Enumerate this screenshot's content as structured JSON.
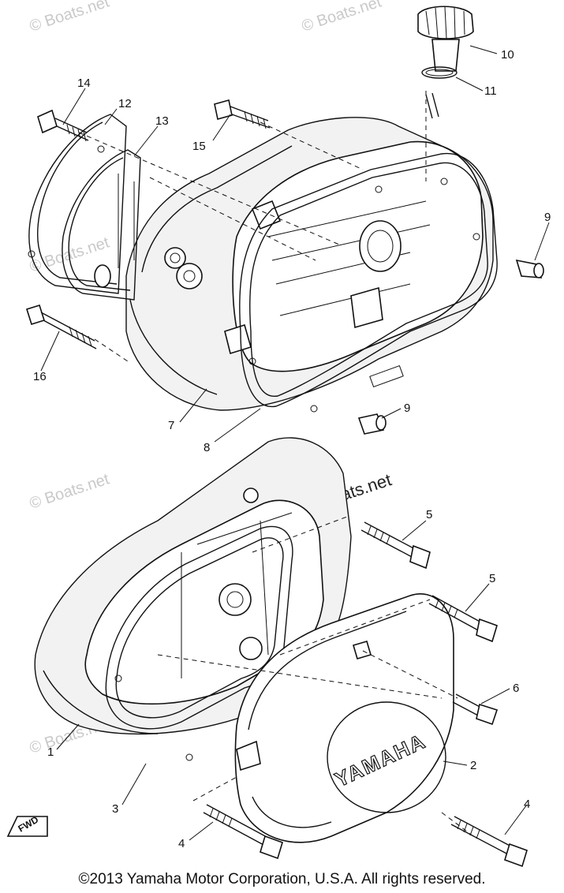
{
  "watermark": "© Boats.net",
  "watermark_main": "© Boats.net",
  "brand_text": "YAMAHA",
  "fwd_text": "FWD",
  "copyright": "©2013 Yamaha Motor Corporation, U.S.A. All rights reserved.",
  "callouts": {
    "c1": "1",
    "c2": "2",
    "c3": "3",
    "c4a": "4",
    "c4b": "4",
    "c5a": "5",
    "c5b": "5",
    "c6": "6",
    "c7": "7",
    "c8": "8",
    "c9a": "9",
    "c9b": "9",
    "c10": "10",
    "c11": "11",
    "c12": "12",
    "c13": "13",
    "c14": "14",
    "c15": "15",
    "c16": "16"
  }
}
